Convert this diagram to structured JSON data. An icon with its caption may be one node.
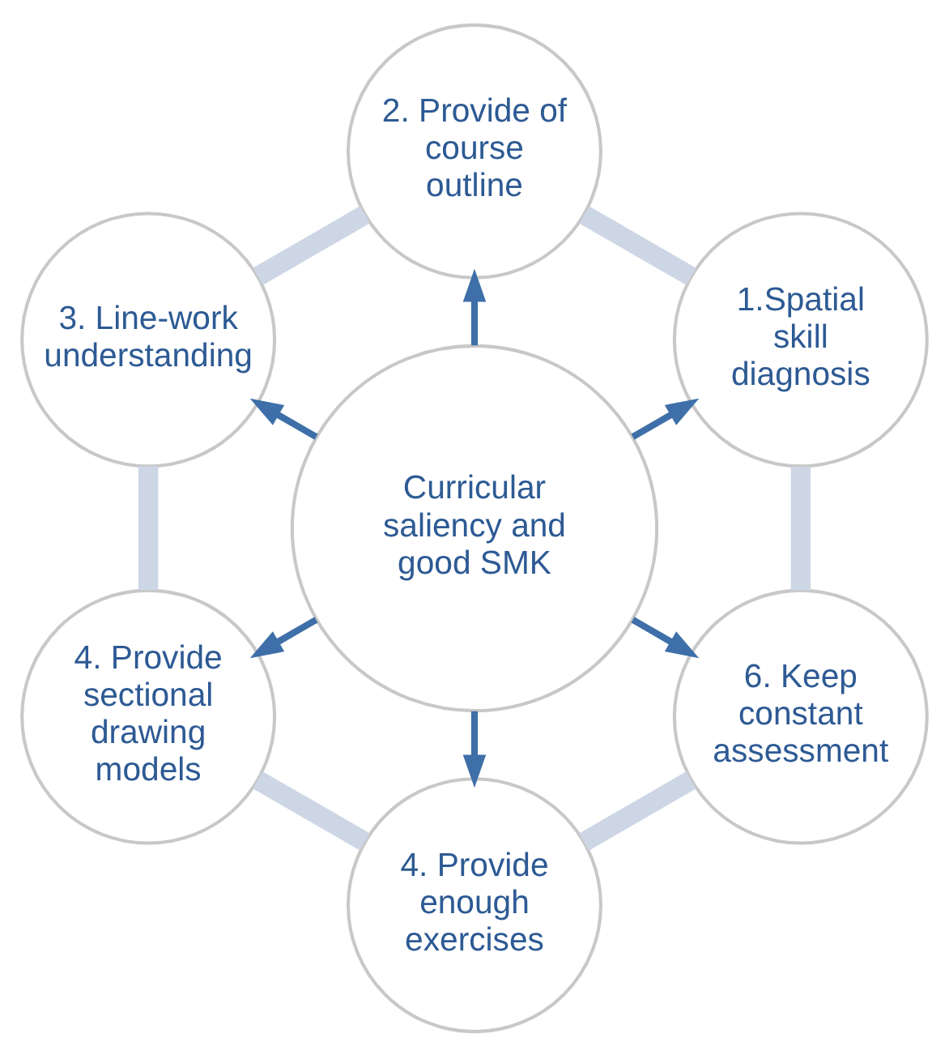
{
  "diagram": {
    "nodes": [
      {
        "text": [
          "1.Spatial skill diagnosis"
        ]
      },
      {
        "text": [
          "2. Provide of course outline"
        ]
      },
      {
        "text": [
          "3. Line-work understanding"
        ]
      },
      {
        "text": [
          "4. Provide sectional drawing models"
        ]
      },
      {
        "text": [
          "4. Provide enough exercises"
        ]
      },
      {
        "text": [
          "6. Keep constant assessment"
        ]
      },
      {
        "text": [
          "Curricular saliency and good SMK"
        ]
      }
    ],
    "edges": [
      {
        "from": 6,
        "to": 0,
        "arrow": "to"
      },
      {
        "from": 6,
        "to": 1,
        "arrow": "to"
      },
      {
        "from": 6,
        "to": 2,
        "arrow": "to"
      },
      {
        "from": 6,
        "to": 3,
        "arrow": "to"
      },
      {
        "from": 6,
        "to": 4,
        "arrow": "to"
      },
      {
        "from": 6,
        "to": 5,
        "arrow": "to"
      },
      {
        "from": 0,
        "to": 1,
        "arrow": "none",
        "style": "thick",
        "color": "#cdd6e4"
      },
      {
        "from": 1,
        "to": 2,
        "arrow": "none",
        "style": "thick",
        "color": "#cdd6e4"
      },
      {
        "from": 2,
        "to": 3,
        "arrow": "none",
        "style": "thick",
        "color": "#cdd6e4"
      },
      {
        "from": 3,
        "to": 4,
        "arrow": "none",
        "style": "thick",
        "color": "#cdd6e4"
      },
      {
        "from": 4,
        "to": 5,
        "arrow": "none",
        "style": "thick",
        "color": "#cdd6e4"
      },
      {
        "from": 5,
        "to": 0,
        "arrow": "none",
        "style": "thick",
        "color": "#cdd6e4"
      }
    ]
  }
}
